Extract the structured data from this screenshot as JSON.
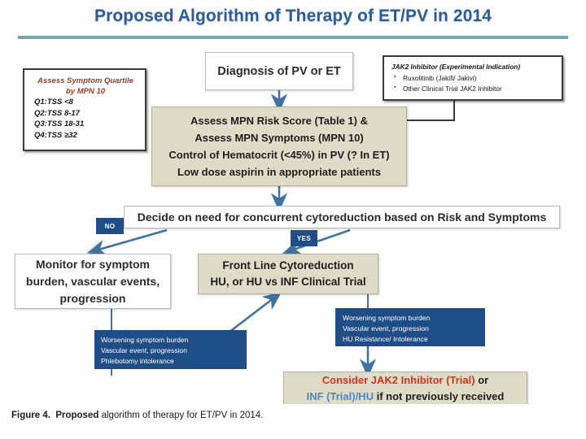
{
  "slide": {
    "title": "Proposed Algorithm of Therapy of ET/PV in 2014"
  },
  "colors": {
    "title_blue": "#2f5b96",
    "rule_teal": "#73a8b0",
    "beige_box": "#dedbc7",
    "connector_blue": "#41729f",
    "badge_blue": "#1f4e86",
    "callout_blue": "#1f4e86",
    "accent_red": "#e0301e",
    "accent_light_blue": "#4a86c8"
  },
  "quartile_box": {
    "title_line1": "Assess Symptom Quartile",
    "title_line2": "by MPN 10",
    "rows": [
      "Q1:TSS <8",
      "Q2:TSS  8-17",
      "Q3:TSS 18-31",
      "Q4:TSS ≥32"
    ]
  },
  "jak2_box": {
    "title": "JAK2 Inhibitor (Experimental Indication)",
    "items": [
      "Ruxolitinib (Jakifi/ Jakivi)",
      "Other Clinical Trial JAK2 Inhibitor"
    ]
  },
  "diagnosis_box": {
    "lines": [
      "Diagnosis of PV or ET"
    ]
  },
  "assess_box": {
    "lines": [
      "Assess MPN Risk Score (Table 1) &",
      "Assess MPN Symptoms (MPN 10)",
      "Control of Hematocrit (<45%) in PV (? In ET)",
      "Low dose aspirin in appropriate patients"
    ]
  },
  "decide_box": {
    "lines": [
      "Decide on need for concurrent cytoreduction based on Risk and Symptoms"
    ]
  },
  "branch_labels": {
    "no": "NO",
    "yes": "YES"
  },
  "monitor_box": {
    "lines": [
      "Monitor for symptom",
      "burden, vascular events,",
      "progression"
    ]
  },
  "frontline_box": {
    "lines": [
      "Front Line Cytoreduction",
      "HU, or HU vs INF Clinical Trial"
    ]
  },
  "left_callout": {
    "lines": [
      "Worsening symptom burden",
      "Vascular event, progression",
      "Phlebotomy intolerance"
    ]
  },
  "right_callout": {
    "lines": [
      "Worsening symptom burden",
      "Vascular event, progression",
      "HU Resistance/ Intolerance"
    ]
  },
  "consider_box": {
    "line1_red": "Consider JAK2 Inhibitor (Trial)",
    "line1_tail": " or",
    "line2_blue": "INF (Trial)/HU",
    "line2_tail": " if not previously received"
  },
  "caption": {
    "label": "Figure 4.",
    "bold_word": "Proposed",
    "rest": " algorithm of therapy for ET/PV in 2014."
  }
}
